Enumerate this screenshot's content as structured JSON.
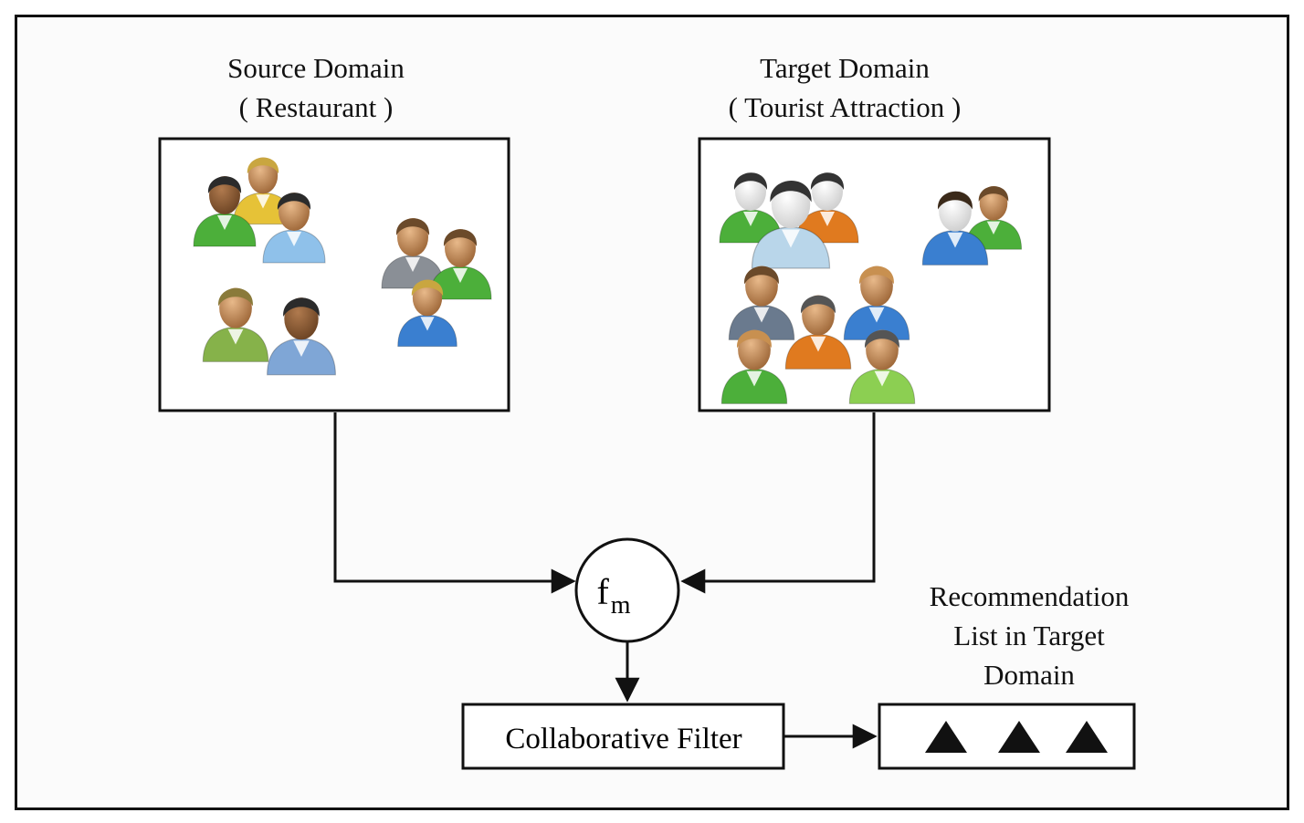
{
  "source": {
    "title": "Source Domain",
    "subtitle": "( Restaurant )"
  },
  "target": {
    "title": "Target Domain",
    "subtitle": "( Tourist Attraction )"
  },
  "merge_node": {
    "symbol": "f",
    "subscript": "m"
  },
  "filter": {
    "label": "Collaborative Filter"
  },
  "recommendation": {
    "caption_lines": [
      "Recommendation",
      "List in Target",
      "Domain"
    ],
    "item_count": 3
  },
  "colors": {
    "frame": "#111111",
    "background": "#fbfbfb",
    "person_green": "#4caf3a",
    "person_blue": "#3a7fd0",
    "person_orange": "#e07a1f",
    "person_gray": "#8a8f96",
    "skin": "#c98d5a",
    "hair_brown": "#6b4a2a",
    "hair_blond": "#c9a640"
  },
  "icons": [
    "people-group-icon",
    "triangle-icon"
  ]
}
